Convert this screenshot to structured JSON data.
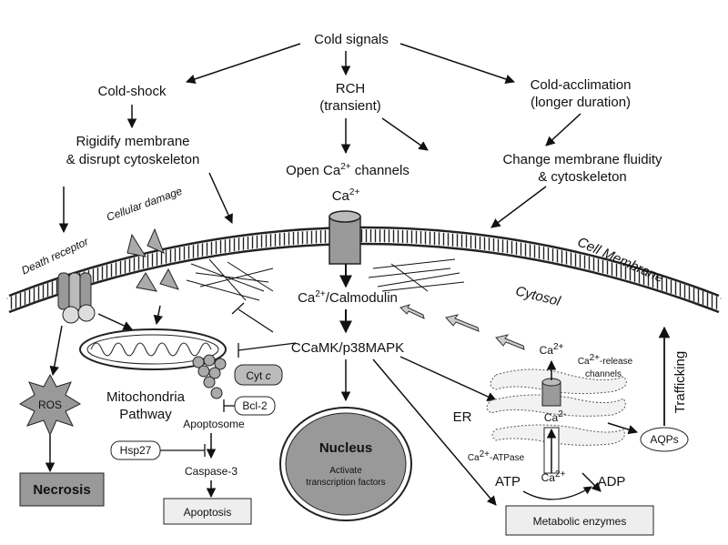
{
  "signals": {
    "root": "Cold signals",
    "cold_shock": "Cold-shock",
    "rch_line1": "RCH",
    "rch_line2": "(transient)",
    "acclimation_line1": "Cold-acclimation",
    "acclimation_line2": "(longer duration)"
  },
  "effects": {
    "rigidify_line1": "Rigidify membrane",
    "rigidify_line2": "& disrupt cytoskeleton",
    "open_ca_prefix": "Open Ca",
    "open_ca_sup": "2+",
    "open_ca_suffix": " channels",
    "change_line1": "Change membrane fluidity",
    "change_line2": "& cytoskeleton",
    "ca_label": "Ca",
    "ca_sup": "2+"
  },
  "membrane": {
    "cell_membrane": "Cell Membrane",
    "cytosol": "Cytosol",
    "cellular_damage": "Cellular damage",
    "death_receptor": "Death receptor"
  },
  "signaling": {
    "calmodulin_prefix": "Ca",
    "calmodulin_sup": "2+",
    "calmodulin_suffix": "/Calmodulin",
    "kinase": "CCaMK/p38MAPK"
  },
  "left_pathway": {
    "ros": "ROS",
    "necrosis": "Necrosis",
    "mito_line1": "Mitochondria",
    "mito_line2": "Pathway",
    "cyt_c": "Cyt ",
    "cyt_c_italic": "c",
    "bcl2": "Bcl-2",
    "apoptosome": "Apoptosome",
    "hsp27": "Hsp27",
    "caspase": "Caspase-3",
    "apoptosis": "Apoptosis"
  },
  "nucleus": {
    "title": "Nucleus",
    "line1": "Activate",
    "line2": "transcription factors"
  },
  "er_region": {
    "er": "ER",
    "ca_top": "Ca",
    "ca_top_sup": "2+",
    "release_prefix": "Ca",
    "release_sup": "2+",
    "release_suffix": "-release",
    "release_line2": "channels",
    "ca_er": "Ca",
    "ca_er_sup": "2-",
    "atpase_prefix": "Ca",
    "atpase_sup": "2+",
    "atpase_suffix": "-ATPase",
    "atp": "ATP",
    "ca_pump": "Ca",
    "ca_pump_sup": "2+",
    "adp": "ADP",
    "aqps": "AQPs",
    "trafficking": "Trafficking",
    "metabolic": "Metabolic enzymes"
  }
}
